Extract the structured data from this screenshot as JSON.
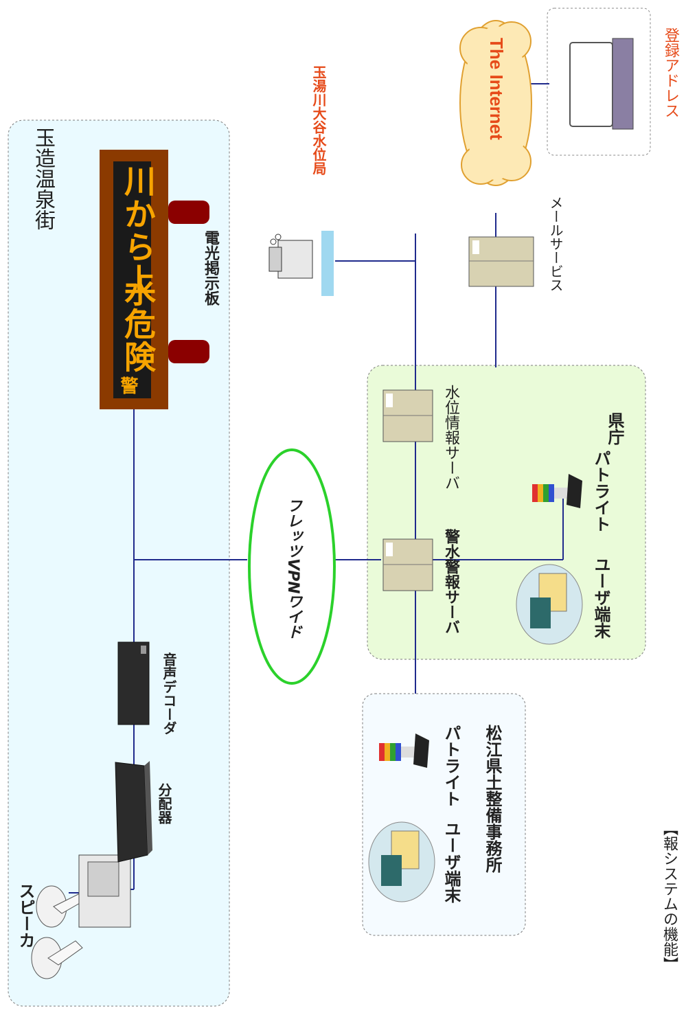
{
  "areas": {
    "onsen": "玉造温泉街",
    "pref": "県庁",
    "office": "松江県土整備事務所"
  },
  "devices": {
    "speaker": "スピーカ",
    "distributor": "分配器",
    "decoder": "音声デコーダ",
    "sign_label": "電光掲示板",
    "sign_text": "川から上",
    "sign_text2": "水危険",
    "sign_text3": "警",
    "vpn": "フレッツVPNワイド",
    "flood_server": "警水警報サーバ",
    "level_server": "水位情報サーバ",
    "user_terminal_pref": "ユーザ端末",
    "patlite_pref": "パトライト",
    "user_terminal_office": "ユーザ端末",
    "patlite_office": "パトライト",
    "gauge": "玉湯川大谷水位局",
    "mail": "メールサービス",
    "internet": "The Internet",
    "address": "登録アドレス",
    "caption": "【報システムの機能】"
  },
  "colors": {
    "line": "#1f2a8c",
    "onsen_bg": "#eafaff",
    "pref_bg": "#eafbd9",
    "sign_board": "#8b3a00",
    "sign_text": "#f7a400",
    "vpn_stroke": "#2bd12b",
    "cloud": "#fde9b5",
    "red_text": "#e64a19"
  }
}
